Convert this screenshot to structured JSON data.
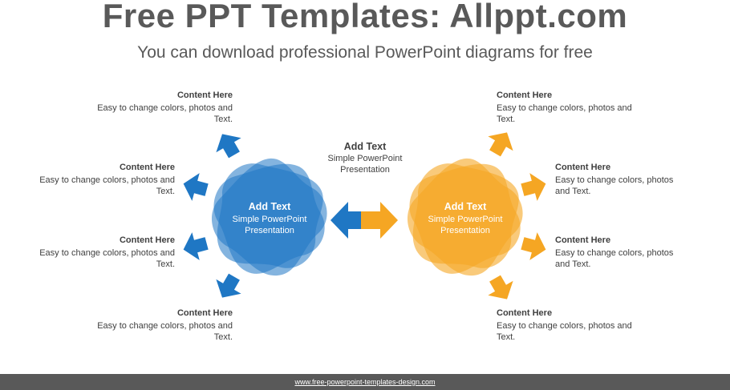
{
  "header": {
    "title": "Free PPT Templates: Allppt.com",
    "subtitle": "You can download professional PowerPoint diagrams for free"
  },
  "colors": {
    "blue": "#1f77c4",
    "orange": "#f5a623",
    "text": "#404040",
    "footer_bg": "#595959"
  },
  "left_flower": {
    "title": "Add Text",
    "line1": "Simple PowerPoint",
    "line2": "Presentation"
  },
  "right_flower": {
    "title": "Add Text",
    "line1": "Simple PowerPoint",
    "line2": "Presentation"
  },
  "center": {
    "title": "Add Text",
    "line1": "Simple PowerPoint",
    "line2": "Presentation"
  },
  "left_blocks": [
    {
      "heading": "Content  Here",
      "line1": "Easy to change colors, photos and",
      "line2": "Text."
    },
    {
      "heading": "Content Here",
      "line1": "Easy to change colors, photos and",
      "line2": "Text."
    },
    {
      "heading": "Content Here",
      "line1": "Easy to change colors, photos and",
      "line2": "Text."
    },
    {
      "heading": "Content  Here",
      "line1": "Easy to change colors, photos and",
      "line2": "Text."
    }
  ],
  "right_blocks": [
    {
      "heading": "Content  Here",
      "line1": "Easy to change colors, photos and",
      "line2": "Text."
    },
    {
      "heading": "Content Here",
      "line1": "Easy to change colors, photos",
      "line2": "and Text."
    },
    {
      "heading": "Content Here",
      "line1": "Easy to change colors, photos",
      "line2": "and Text."
    },
    {
      "heading": "Content  Here",
      "line1": "Easy to change colors, photos and",
      "line2": "Text."
    }
  ],
  "footer": {
    "url": "www.free-powerpoint-templates-design.com"
  }
}
